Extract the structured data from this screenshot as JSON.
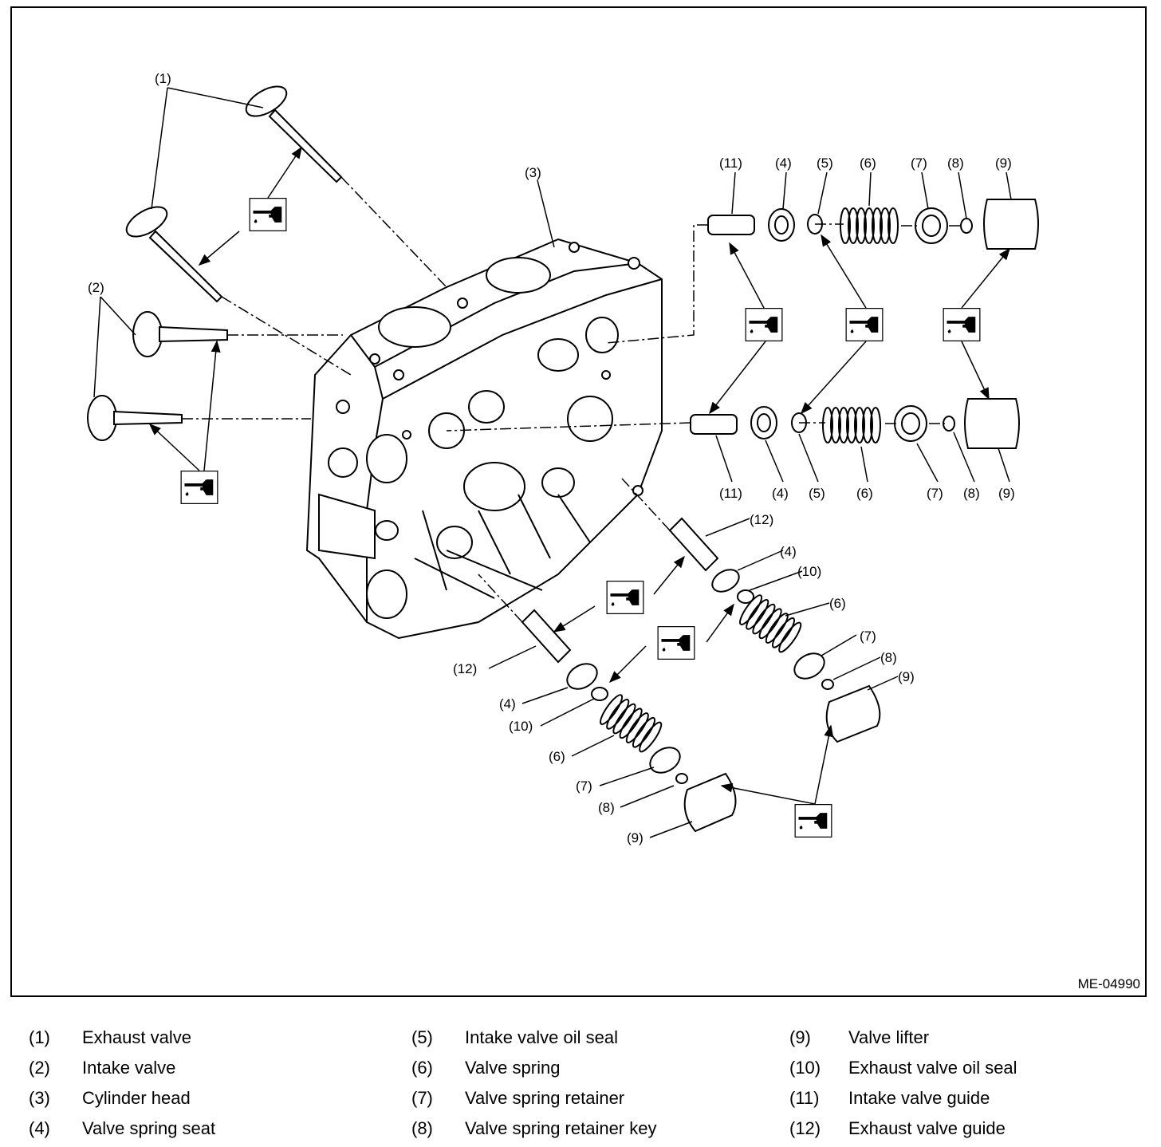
{
  "diagram_code": "ME-04990",
  "callouts": [
    "(1)",
    "(2)",
    "(3)",
    "(4)",
    "(5)",
    "(6)",
    "(7)",
    "(8)",
    "(9)",
    "(10)",
    "(11)",
    "(12)"
  ],
  "legend": [
    {
      "num": "(1)",
      "label": "Exhaust valve"
    },
    {
      "num": "(2)",
      "label": "Intake valve"
    },
    {
      "num": "(3)",
      "label": "Cylinder head"
    },
    {
      "num": "(4)",
      "label": "Valve spring seat"
    },
    {
      "num": "(5)",
      "label": "Intake valve oil seal"
    },
    {
      "num": "(6)",
      "label": "Valve spring"
    },
    {
      "num": "(7)",
      "label": "Valve spring retainer"
    },
    {
      "num": "(8)",
      "label": "Valve spring retainer key"
    },
    {
      "num": "(9)",
      "label": "Valve lifter"
    },
    {
      "num": "(10)",
      "label": "Exhaust valve oil seal"
    },
    {
      "num": "(11)",
      "label": "Intake valve guide"
    },
    {
      "num": "(12)",
      "label": "Exhaust valve guide"
    }
  ]
}
